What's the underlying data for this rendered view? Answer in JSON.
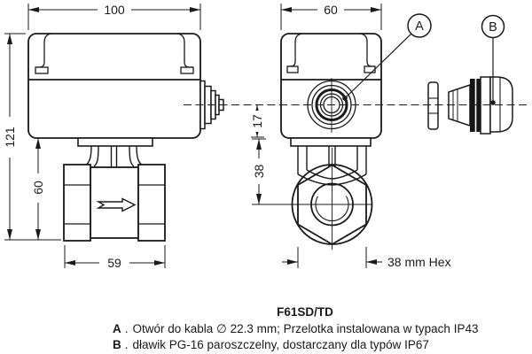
{
  "drawing": {
    "dimensions": {
      "actuator_width": "100",
      "actuator_depth": "60",
      "overall_height": "121",
      "valve_height": "60",
      "valve_width": "59",
      "centerline_to_base": "17",
      "base_to_pipe_center": "38",
      "hex_size": "38 mm Hex"
    },
    "balloons": {
      "a": "A",
      "b": "B"
    },
    "colors": {
      "line": "#1a1a1a",
      "background": "#ffffff"
    }
  },
  "caption": {
    "title": "F61SD/TD",
    "legend": [
      {
        "label": "A",
        "sep": ".",
        "text": "Otwór do kabla ∅ 22.3 mm; Przelotka instalowana w typach IP43"
      },
      {
        "label": "B",
        "sep": ".",
        "text": "dławik PG-16 paroszczelny, dostarczany dla typów IP67"
      }
    ]
  }
}
